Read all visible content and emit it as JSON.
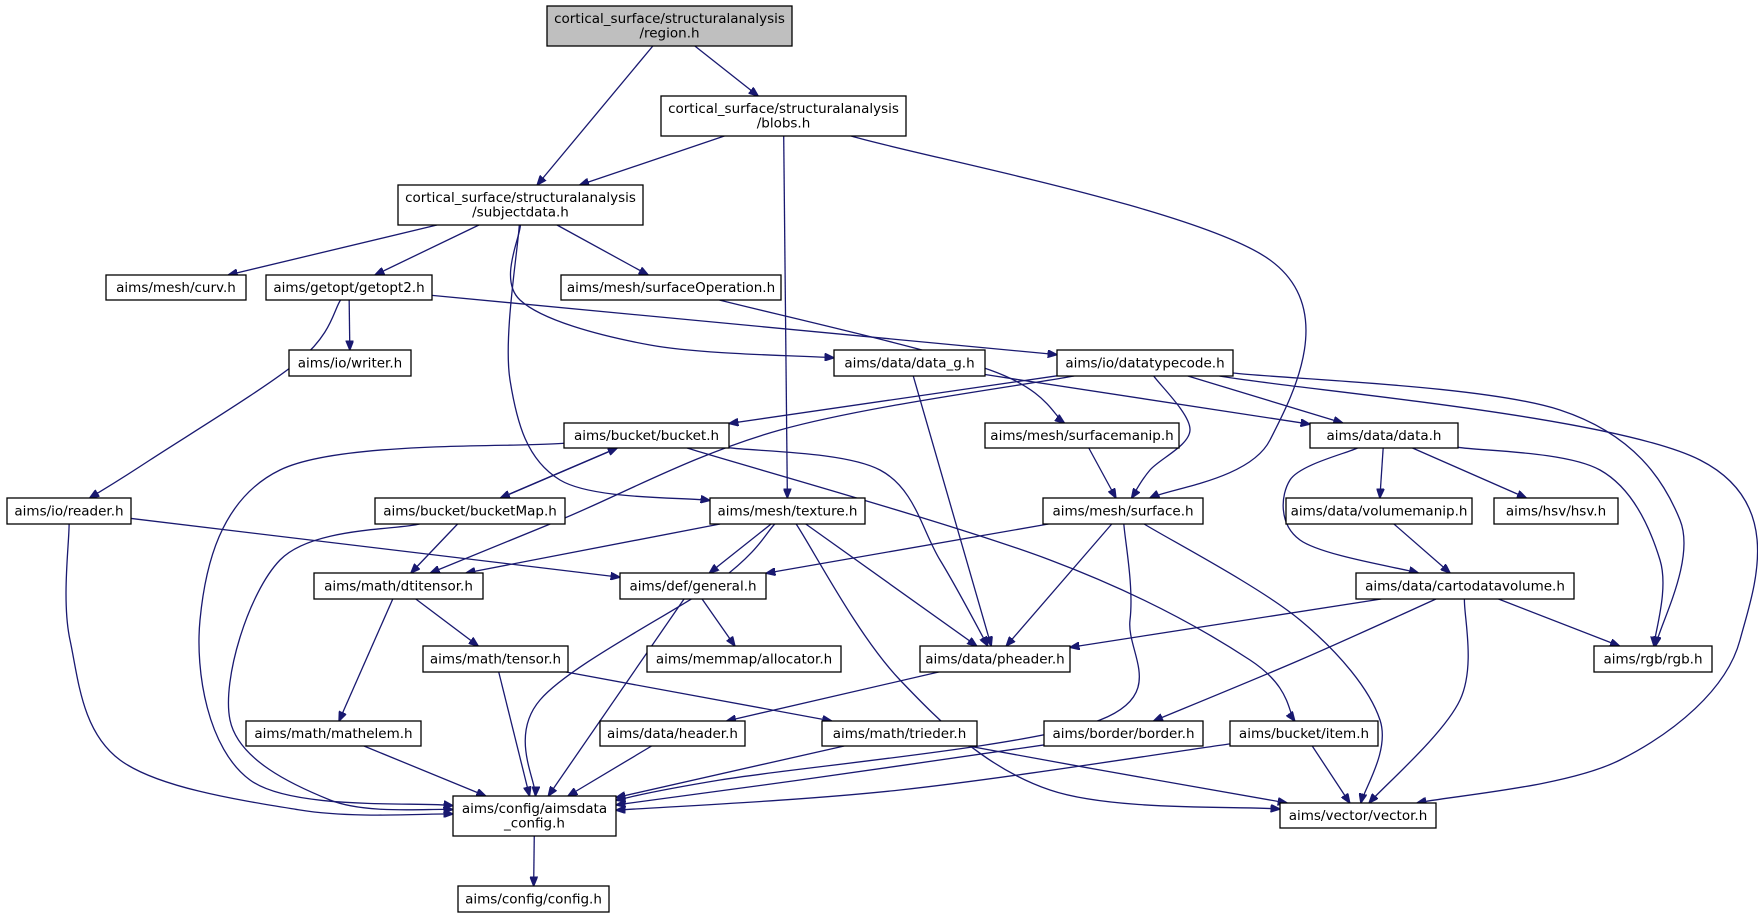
{
  "colors": {
    "edge": "#191970",
    "root_fill": "#bfbfbf",
    "node_fill": "#ffffff",
    "node_border": "#000000",
    "text": "#000000"
  },
  "nodes": [
    {
      "id": "region",
      "lines": [
        "cortical_surface/structuralanalysis",
        "/region.h"
      ],
      "root": true
    },
    {
      "id": "blobs",
      "lines": [
        "cortical_surface/structuralanalysis",
        "/blobs.h"
      ]
    },
    {
      "id": "subjectdata",
      "lines": [
        "cortical_surface/structuralanalysis",
        "/subjectdata.h"
      ]
    },
    {
      "id": "curv",
      "lines": [
        "aims/mesh/curv.h"
      ]
    },
    {
      "id": "getopt2",
      "lines": [
        "aims/getopt/getopt2.h"
      ]
    },
    {
      "id": "surfaceOperation",
      "lines": [
        "aims/mesh/surfaceOperation.h"
      ]
    },
    {
      "id": "writer",
      "lines": [
        "aims/io/writer.h"
      ]
    },
    {
      "id": "data_g",
      "lines": [
        "aims/data/data_g.h"
      ]
    },
    {
      "id": "datatypecode",
      "lines": [
        "aims/io/datatypecode.h"
      ]
    },
    {
      "id": "bucket",
      "lines": [
        "aims/bucket/bucket.h"
      ]
    },
    {
      "id": "surfacemanip",
      "lines": [
        "aims/mesh/surfacemanip.h"
      ]
    },
    {
      "id": "data",
      "lines": [
        "aims/data/data.h"
      ]
    },
    {
      "id": "reader",
      "lines": [
        "aims/io/reader.h"
      ]
    },
    {
      "id": "bucketMap",
      "lines": [
        "aims/bucket/bucketMap.h"
      ]
    },
    {
      "id": "texture",
      "lines": [
        "aims/mesh/texture.h"
      ]
    },
    {
      "id": "surface",
      "lines": [
        "aims/mesh/surface.h"
      ]
    },
    {
      "id": "volumemanip",
      "lines": [
        "aims/data/volumemanip.h"
      ]
    },
    {
      "id": "hsv",
      "lines": [
        "aims/hsv/hsv.h"
      ]
    },
    {
      "id": "dtitensor",
      "lines": [
        "aims/math/dtitensor.h"
      ]
    },
    {
      "id": "general",
      "lines": [
        "aims/def/general.h"
      ]
    },
    {
      "id": "cartodatavolume",
      "lines": [
        "aims/data/cartodatavolume.h"
      ]
    },
    {
      "id": "tensor",
      "lines": [
        "aims/math/tensor.h"
      ]
    },
    {
      "id": "allocator",
      "lines": [
        "aims/memmap/allocator.h"
      ]
    },
    {
      "id": "pheader",
      "lines": [
        "aims/data/pheader.h"
      ]
    },
    {
      "id": "rgb",
      "lines": [
        "aims/rgb/rgb.h"
      ]
    },
    {
      "id": "mathelem",
      "lines": [
        "aims/math/mathelem.h"
      ]
    },
    {
      "id": "header",
      "lines": [
        "aims/data/header.h"
      ]
    },
    {
      "id": "trieder",
      "lines": [
        "aims/math/trieder.h"
      ]
    },
    {
      "id": "border",
      "lines": [
        "aims/border/border.h"
      ]
    },
    {
      "id": "item",
      "lines": [
        "aims/bucket/item.h"
      ]
    },
    {
      "id": "aimsdata_config",
      "lines": [
        "aims/config/aimsdata",
        "_config.h"
      ]
    },
    {
      "id": "vector",
      "lines": [
        "aims/vector/vector.h"
      ]
    },
    {
      "id": "config",
      "lines": [
        "aims/config/config.h"
      ]
    }
  ],
  "edges": [
    [
      "region",
      "subjectdata"
    ],
    [
      "region",
      "blobs"
    ],
    [
      "blobs",
      "subjectdata"
    ],
    [
      "blobs",
      "texture"
    ],
    [
      "blobs",
      "surface"
    ],
    [
      "subjectdata",
      "curv"
    ],
    [
      "subjectdata",
      "getopt2"
    ],
    [
      "subjectdata",
      "surfaceOperation"
    ],
    [
      "subjectdata",
      "data_g"
    ],
    [
      "subjectdata",
      "texture"
    ],
    [
      "getopt2",
      "writer"
    ],
    [
      "getopt2",
      "reader"
    ],
    [
      "getopt2",
      "datatypecode"
    ],
    [
      "surfaceOperation",
      "surfacemanip"
    ],
    [
      "data_g",
      "data"
    ],
    [
      "data_g",
      "pheader"
    ],
    [
      "datatypecode",
      "bucket"
    ],
    [
      "datatypecode",
      "data"
    ],
    [
      "datatypecode",
      "surface"
    ],
    [
      "datatypecode",
      "dtitensor"
    ],
    [
      "datatypecode",
      "rgb"
    ],
    [
      "datatypecode",
      "vector"
    ],
    [
      "bucket",
      "bucketMap"
    ],
    [
      "bucket",
      "aimsdata_config"
    ],
    [
      "bucket",
      "pheader"
    ],
    [
      "bucket",
      "item"
    ],
    [
      "bucketMap",
      "bucket"
    ],
    [
      "bucketMap",
      "dtitensor"
    ],
    [
      "bucketMap",
      "aimsdata_config"
    ],
    [
      "surfacemanip",
      "surface"
    ],
    [
      "data",
      "volumemanip"
    ],
    [
      "data",
      "hsv"
    ],
    [
      "data",
      "cartodatavolume"
    ],
    [
      "data",
      "rgb"
    ],
    [
      "reader",
      "general"
    ],
    [
      "reader",
      "aimsdata_config"
    ],
    [
      "texture",
      "dtitensor"
    ],
    [
      "texture",
      "general"
    ],
    [
      "texture",
      "pheader"
    ],
    [
      "texture",
      "aimsdata_config"
    ],
    [
      "texture",
      "vector"
    ],
    [
      "surface",
      "general"
    ],
    [
      "surface",
      "pheader"
    ],
    [
      "surface",
      "aimsdata_config"
    ],
    [
      "surface",
      "vector"
    ],
    [
      "volumemanip",
      "cartodatavolume"
    ],
    [
      "cartodatavolume",
      "pheader"
    ],
    [
      "cartodatavolume",
      "rgb"
    ],
    [
      "cartodatavolume",
      "border"
    ],
    [
      "cartodatavolume",
      "vector"
    ],
    [
      "dtitensor",
      "tensor"
    ],
    [
      "dtitensor",
      "mathelem"
    ],
    [
      "general",
      "allocator"
    ],
    [
      "general",
      "aimsdata_config"
    ],
    [
      "tensor",
      "trieder"
    ],
    [
      "tensor",
      "aimsdata_config"
    ],
    [
      "pheader",
      "header"
    ],
    [
      "mathelem",
      "aimsdata_config"
    ],
    [
      "header",
      "aimsdata_config"
    ],
    [
      "trieder",
      "aimsdata_config"
    ],
    [
      "trieder",
      "vector"
    ],
    [
      "border",
      "aimsdata_config"
    ],
    [
      "item",
      "aimsdata_config"
    ],
    [
      "item",
      "vector"
    ],
    [
      "aimsdata_config",
      "config"
    ]
  ]
}
